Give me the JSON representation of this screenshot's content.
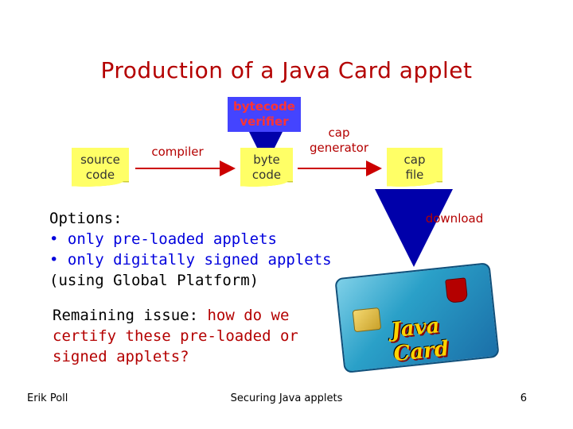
{
  "slide": {
    "title": "Production of a Java Card applet",
    "diagram": {
      "source_code": "source\ncode",
      "compiler": "compiler",
      "byte_code": "byte\ncode",
      "bytecode_verifier": "bytecode\nverifier",
      "cap_generator": "cap\ngenerator",
      "cap_file": "cap\nfile",
      "download": "download"
    },
    "options": {
      "heading": "Options:",
      "items": [
        "• only pre-loaded applets",
        "• only digitally signed applets"
      ],
      "note": "(using Global Platform)"
    },
    "remaining": {
      "label": "Remaining issue:",
      "question": "how do we certify these pre-loaded or signed applets?"
    },
    "card_text": "Java Card",
    "footer": {
      "author": "Erik Poll",
      "center": "Securing Java applets",
      "page": "6"
    }
  },
  "colors": {
    "title": "#b40000",
    "document": "#ffff66",
    "verifier_bg": "#4444ff",
    "verifier_text": "#ff3333",
    "options_blue": "#0000dd"
  }
}
